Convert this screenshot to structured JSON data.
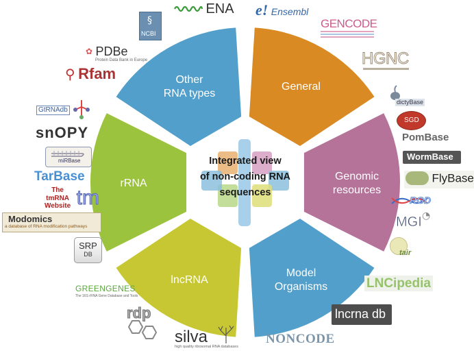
{
  "center": {
    "lines": [
      "Integrated view",
      "of non-coding RNA",
      "sequences"
    ]
  },
  "segments": [
    {
      "key": "general",
      "lines": [
        "General"
      ],
      "color": "#da8a22"
    },
    {
      "key": "genomic",
      "lines": [
        "Genomic",
        "resources"
      ],
      "color": "#b5739a"
    },
    {
      "key": "model",
      "lines": [
        "Model",
        "Organisms"
      ],
      "color": "#519fca"
    },
    {
      "key": "lncrna",
      "lines": [
        "lncRNA"
      ],
      "color": "#c7c733"
    },
    {
      "key": "rrna",
      "lines": [
        "rRNA"
      ],
      "color": "#9cc33d"
    },
    {
      "key": "other",
      "lines": [
        "Other",
        "RNA types"
      ],
      "color": "#519fca"
    }
  ],
  "logos": {
    "ncbi": "NCBI",
    "ena": "ENA",
    "ensembl_e": "e!",
    "ensembl": "Ensembl",
    "gencode": "GENCODE",
    "hgnc": "HGNC",
    "pdbe": "PDBe",
    "pdbe_sub": "Protein Data Bank in Europe",
    "rfam": "Rfam",
    "gtrnadb": "GtRNAdb",
    "snopy": "snOPY",
    "mirbase": "miRBase",
    "tarbase": "TarBase",
    "tmrna": [
      "The",
      "tmRNA",
      "Website"
    ],
    "tm": "tm",
    "modomics": "Modomics",
    "modomics_sub": "a database of RNA modification pathways",
    "srpdb": [
      "SRP",
      "DB"
    ],
    "greengenes": "GREENGENES",
    "greengenes_sub": "The 16S rRNA Gene Database and Tools",
    "rdp": "rdp",
    "silva": "silva",
    "silva_sub": "high quality ribosomal RNA databases",
    "noncode": "NONCODE",
    "lncrnadb": "lncrna db",
    "lncipedia": "LNCipedia",
    "tair": "tair",
    "mgi": "MGI",
    "rgd": "RGD",
    "flybase": "FlyBase",
    "wormbase": "WormBase",
    "pombase": "PomBase",
    "sgd": "SGD",
    "dictybase": "dictyBase"
  }
}
